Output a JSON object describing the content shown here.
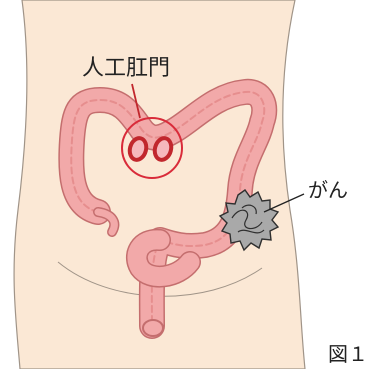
{
  "labels": {
    "stoma": "人工肛門",
    "cancer": "がん",
    "figure_caption": "図１"
  },
  "colors": {
    "skin": "#fbe8d5",
    "skin_outline": "#a09488",
    "colon_fill": "#f2a9a9",
    "colon_stripe": "#e68e8e",
    "colon_outline": "#c46e6e",
    "highlight_ring": "#d92b3a",
    "stoma_fill": "#f6b8bd",
    "stoma_rim": "#c1272d",
    "tumor_fill": "#a9a9a9",
    "tumor_outline": "#2f2f2f",
    "line": "#222222"
  }
}
